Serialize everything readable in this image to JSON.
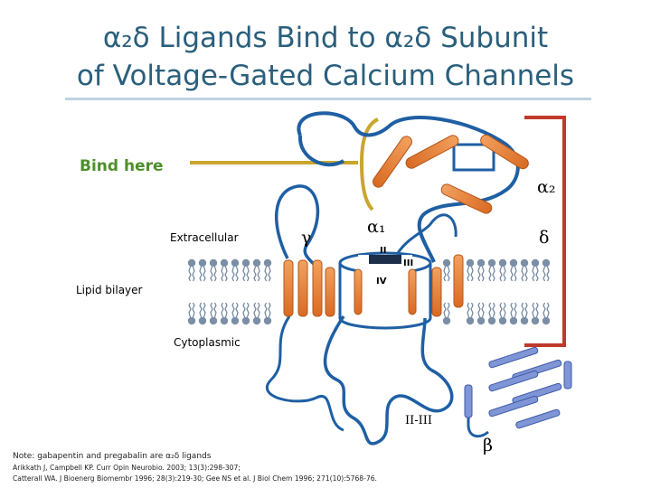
{
  "title": {
    "line1": "α₂δ Ligands Bind to α₂δ Subunit",
    "line2": "of Voltage-Gated Calcium Channels"
  },
  "labels": {
    "bind_here": "Bind here",
    "extracellular": "Extracellular",
    "lipid_bilayer": "Lipid bilayer",
    "cytoplasmic": "Cytoplasmic",
    "gamma": "γ",
    "alpha1": "α₁",
    "alpha2": "α₂",
    "delta": "δ",
    "beta": "β",
    "loop_II_III": "II-III",
    "domain_II": "II",
    "domain_III": "III",
    "domain_IV": "IV"
  },
  "footnote": {
    "note": "Note: gabapentin and pregabalin are α₂δ ligands",
    "ref1": "Arikkath J, Campbell KP. Curr Opin Neurobio. 2003; 13(3):298-307;",
    "ref2": "Catterall WA. J Bioenerg Biomembr 1996; 28(3):219-30; Gee NS et al. J Biol Chem 1996; 271(10):5768-76."
  },
  "colors": {
    "title": "#2a5f7c",
    "bind_here": "#4d8f2a",
    "pointer": "#c9a62c",
    "alpha2_bracket": "#c0392b",
    "protein_chain": "#1f5fa3",
    "helix": "#e8833a",
    "lipid_head": "#7a8fa6",
    "beta_rod": "#7f95d6"
  }
}
